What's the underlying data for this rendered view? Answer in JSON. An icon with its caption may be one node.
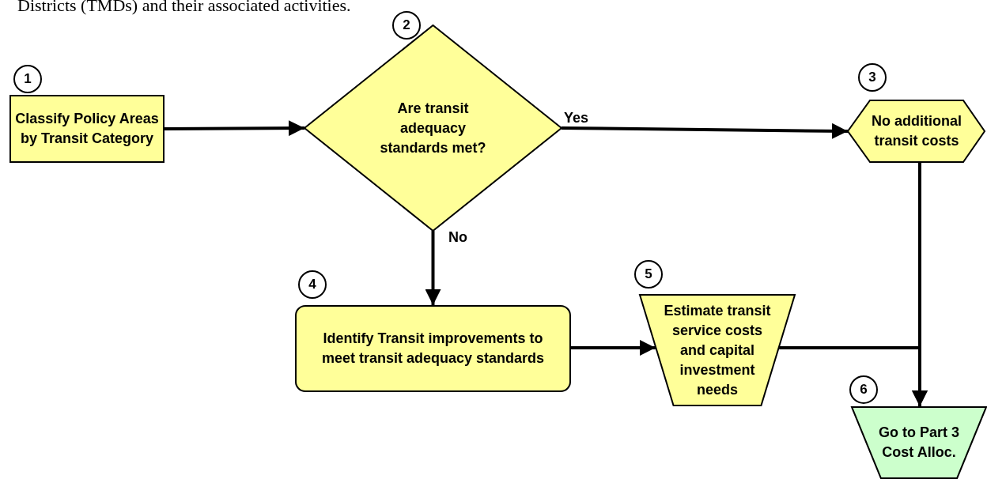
{
  "diagram": {
    "nodes": [
      {
        "text": [
          "Classify Policy Areas by Transit Category"
        ],
        "beside": [
          "1"
        ]
      },
      {
        "text": [
          "Are transit adequacy standards met?"
        ],
        "beside": [
          "2"
        ]
      },
      {
        "text": [
          "No additional transit costs"
        ],
        "beside": [
          "3"
        ]
      },
      {
        "text": [
          "Identify Transit improvements to meet transit adequacy standards"
        ],
        "beside": [
          "4"
        ]
      },
      {
        "text": [
          "Estimate transit service costs and capital investment needs"
        ],
        "beside": [
          "5"
        ]
      },
      {
        "text": [
          "Go to Part 3 Cost Alloc."
        ],
        "beside": [
          "6"
        ]
      }
    ],
    "edges": [
      {
        "from": 0,
        "to": 1,
        "arrow": "to"
      },
      {
        "from": 1,
        "to": 2,
        "arrow": "to",
        "label": "Yes"
      },
      {
        "from": 1,
        "to": 3,
        "arrow": "to",
        "label": "No"
      },
      {
        "from": 3,
        "to": 4,
        "arrow": "to"
      },
      {
        "from": 4,
        "to": 5,
        "arrow": "to"
      },
      {
        "from": 2,
        "to": 5,
        "arrow": "to"
      }
    ],
    "labels": [
      "Districts (TMDs) and their associated activities."
    ]
  }
}
